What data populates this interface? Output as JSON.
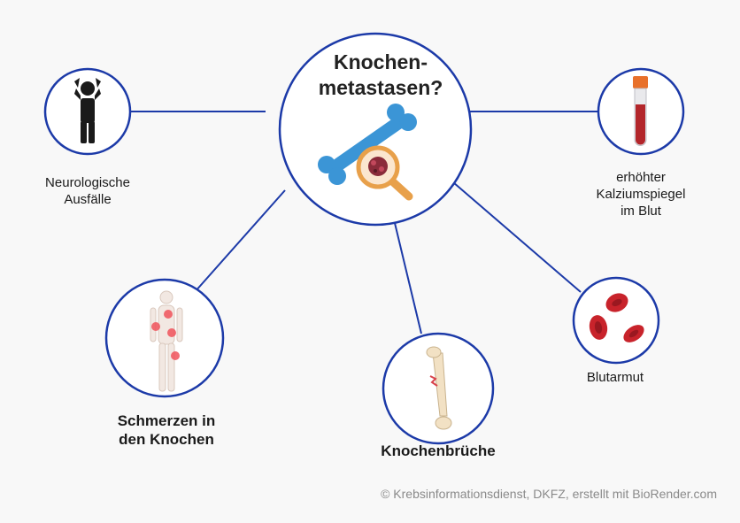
{
  "center": {
    "title_line1": "Knochen-",
    "title_line2": "metastasen?"
  },
  "nodes": {
    "neurological": {
      "line1": "Neurologische",
      "line2": "Ausfälle",
      "icon": "stressed-person-icon"
    },
    "calcium": {
      "line1": "erhöhter",
      "line2": "Kalziumspiegel",
      "line3": "im Blut",
      "icon": "blood-tube-icon"
    },
    "pain": {
      "line1": "Schmerzen in",
      "line2": "den Knochen",
      "icon": "body-pain-icon"
    },
    "fracture": {
      "line1": "Knochenbrüche",
      "icon": "broken-femur-icon"
    },
    "anemia": {
      "line1": "Blutarmut",
      "icon": "red-blood-cells-icon"
    }
  },
  "copyright": "© Krebsinformationsdienst, DKFZ, erstellt mit BioRender.com",
  "colors": {
    "ring": "#1c3aa8",
    "bone_blue": "#3b95d6",
    "magnifier": "#e8a04a",
    "blood": "#b3262b",
    "cells": "#c8232b"
  }
}
